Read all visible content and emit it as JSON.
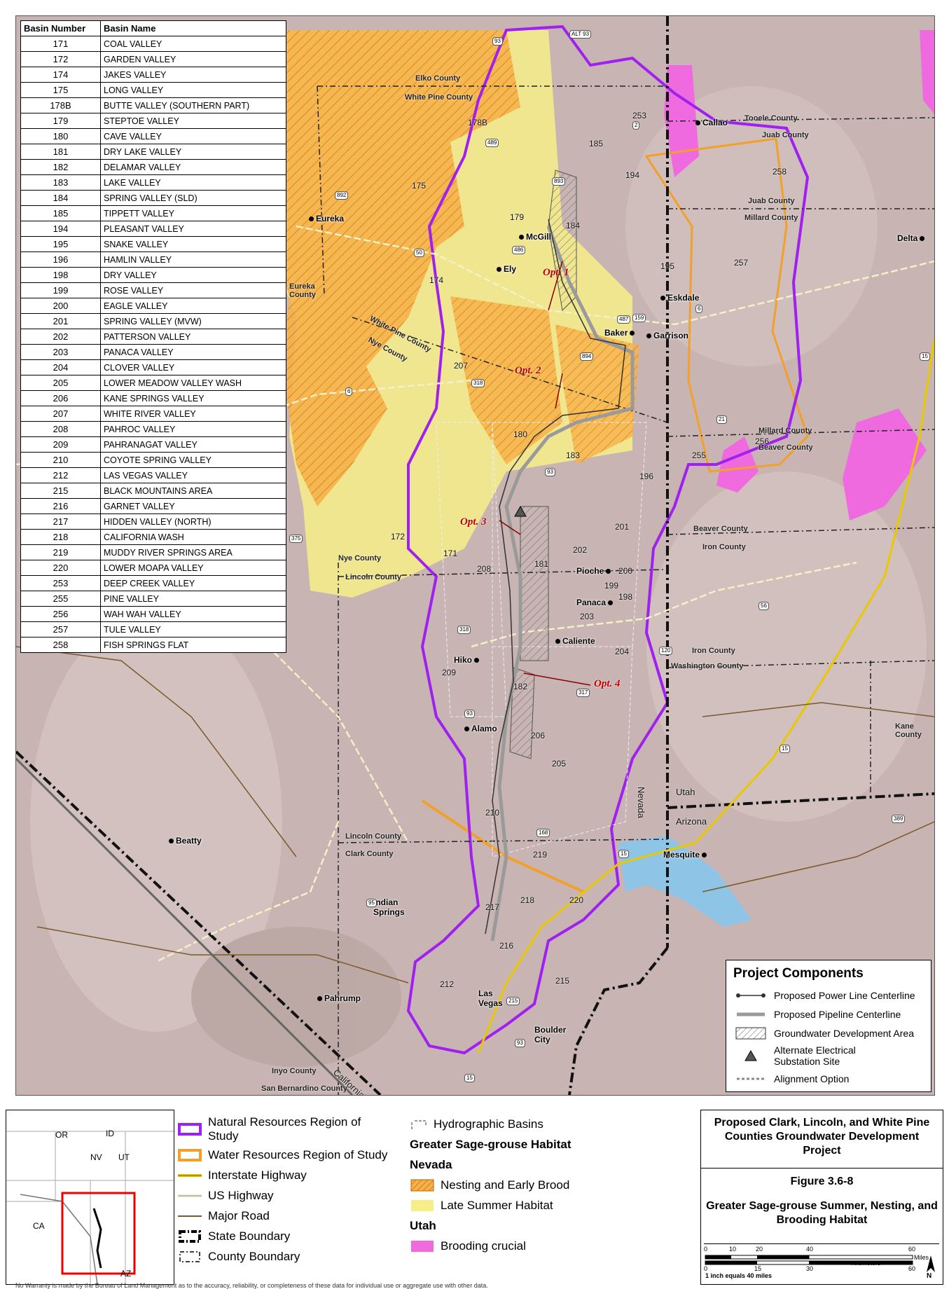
{
  "basin_table": {
    "headers": [
      "Basin Number",
      "Basin Name"
    ],
    "rows": [
      [
        "171",
        "Coal Valley"
      ],
      [
        "172",
        "Garden Valley"
      ],
      [
        "174",
        "Jakes Valley"
      ],
      [
        "175",
        "Long Valley"
      ],
      [
        "178B",
        "Butte Valley (Southern Part)"
      ],
      [
        "179",
        "Steptoe Valley"
      ],
      [
        "180",
        "Cave Valley"
      ],
      [
        "181",
        "Dry Lake Valley"
      ],
      [
        "182",
        "Delamar Valley"
      ],
      [
        "183",
        "Lake Valley"
      ],
      [
        "184",
        "Spring Valley (SLD)"
      ],
      [
        "185",
        "Tippett Valley"
      ],
      [
        "194",
        "Pleasant Valley"
      ],
      [
        "195",
        "Snake Valley"
      ],
      [
        "196",
        "Hamlin Valley"
      ],
      [
        "198",
        "Dry Valley"
      ],
      [
        "199",
        "Rose Valley"
      ],
      [
        "200",
        "Eagle Valley"
      ],
      [
        "201",
        "Spring Valley (MVW)"
      ],
      [
        "202",
        "Patterson Valley"
      ],
      [
        "203",
        "Panaca Valley"
      ],
      [
        "204",
        "Clover Valley"
      ],
      [
        "205",
        "Lower Meadow Valley Wash"
      ],
      [
        "206",
        "Kane Springs Valley"
      ],
      [
        "207",
        "White River Valley"
      ],
      [
        "208",
        "Pahroc Valley"
      ],
      [
        "209",
        "Pahranagat Valley"
      ],
      [
        "210",
        "Coyote Spring Valley"
      ],
      [
        "212",
        "Las Vegas Valley"
      ],
      [
        "215",
        "Black Mountains Area"
      ],
      [
        "216",
        "Garnet Valley"
      ],
      [
        "217",
        "Hidden Valley (North)"
      ],
      [
        "218",
        "California Wash"
      ],
      [
        "219",
        "Muddy River Springs Area"
      ],
      [
        "220",
        "Lower Moapa Valley"
      ],
      [
        "253",
        "Deep Creek Valley"
      ],
      [
        "255",
        "Pine Valley"
      ],
      [
        "256",
        "Wah Wah Valley"
      ],
      [
        "257",
        "Tule Valley"
      ],
      [
        "258",
        "Fish Springs Flat"
      ]
    ]
  },
  "towns": [
    {
      "name": "Callao"
    },
    {
      "name": "Eureka"
    },
    {
      "name": "McGill"
    },
    {
      "name": "Ely"
    },
    {
      "name": "Delta"
    },
    {
      "name": "Eskdale"
    },
    {
      "name": "Baker"
    },
    {
      "name": "Garrison"
    },
    {
      "name": "Pioche"
    },
    {
      "name": "Panaca"
    },
    {
      "name": "Caliente"
    },
    {
      "name": "Hiko"
    },
    {
      "name": "Alamo"
    },
    {
      "name": "Beatty"
    },
    {
      "name": "Mesquite"
    },
    {
      "name": "Indian Springs"
    },
    {
      "name": "Pahrump"
    },
    {
      "name": "Las Vegas"
    },
    {
      "name": "Boulder City"
    }
  ],
  "counties": [
    "Elko County",
    "White Pine County",
    "Tooele County",
    "Juab County",
    "Juab County",
    "Millard County",
    "Eureka County",
    "White Pine County",
    "Nye County",
    "Millard County",
    "Beaver County",
    "Beaver County",
    "Iron County",
    "Nye County",
    "Lincoln County",
    "Iron County",
    "Washington County",
    "Kane County",
    "Lincoln County",
    "Clark County",
    "Inyo County",
    "San Bernardino County"
  ],
  "states": [
    "Nevada",
    "Utah",
    "Arizona",
    "California"
  ],
  "options": [
    "Opt. 1",
    "Opt. 2",
    "Opt. 3",
    "Opt. 4"
  ],
  "highway_shields": [
    "93",
    "ALT 93",
    "2",
    "489",
    "893",
    "892",
    "50",
    "486",
    "487",
    "159",
    "6",
    "894",
    "318",
    "6",
    "21",
    "93",
    "375",
    "318",
    "93",
    "56",
    "120",
    "317",
    "15",
    "15",
    "168",
    "95",
    "93",
    "215",
    "15",
    "389",
    "15"
  ],
  "project_components": {
    "title": "Project Components",
    "items": [
      "Proposed Power Line Centerline",
      "Proposed Pipeline Centerline",
      "Groundwater Development Area",
      "Alternate Electrical Substation Site",
      "Alignment Option"
    ]
  },
  "legend": {
    "natural_resources": "Natural Resources Region of Study",
    "water_resources": "Water Resources Region of Study",
    "interstate": "Interstate Highway",
    "us_highway": "US Highway",
    "major_road": "Major Road",
    "state_boundary": "State Boundary",
    "county_boundary": "County Boundary",
    "hydro_basins": "Hydrographic Basins",
    "habitat_heading": "Greater Sage-grouse Habitat",
    "nevada": "Nevada",
    "nesting": "Nesting and Early Brood",
    "late_summer": "Late Summer Habitat",
    "utah": "Utah",
    "brooding": "Brooding crucial"
  },
  "inset_states": [
    "OR",
    "ID",
    "NV",
    "UT",
    "CA",
    "AZ"
  ],
  "title_block": {
    "project": "Proposed Clark, Lincoln, and White Pine Counties Groundwater Development Project",
    "figure": "Figure 3.6-8",
    "figure_title": "Greater Sage-grouse Summer, Nesting, and Brooding Habitat"
  },
  "scale_bar": {
    "miles_ticks": [
      "0",
      "10",
      "20",
      "40",
      "60"
    ],
    "miles_label": "Miles",
    "km_ticks": [
      "0",
      "15",
      "30",
      "60"
    ],
    "km_label": "Kilometers",
    "ratio": "1 inch equals 40 miles",
    "north": "N"
  },
  "footnote": "No Warranty is made by the Bureau of Land Management as to the accuracy, reliability, or completeness of these data for individual use or aggregate use with other data.",
  "colors": {
    "natural_region": "#a020f0",
    "water_region": "#f2a02a",
    "nesting": "#f6b24a",
    "late_summer": "#f7ee88",
    "brooding": "#f06adf",
    "interstate": "#e8c900",
    "water": "#8ec5e6"
  }
}
